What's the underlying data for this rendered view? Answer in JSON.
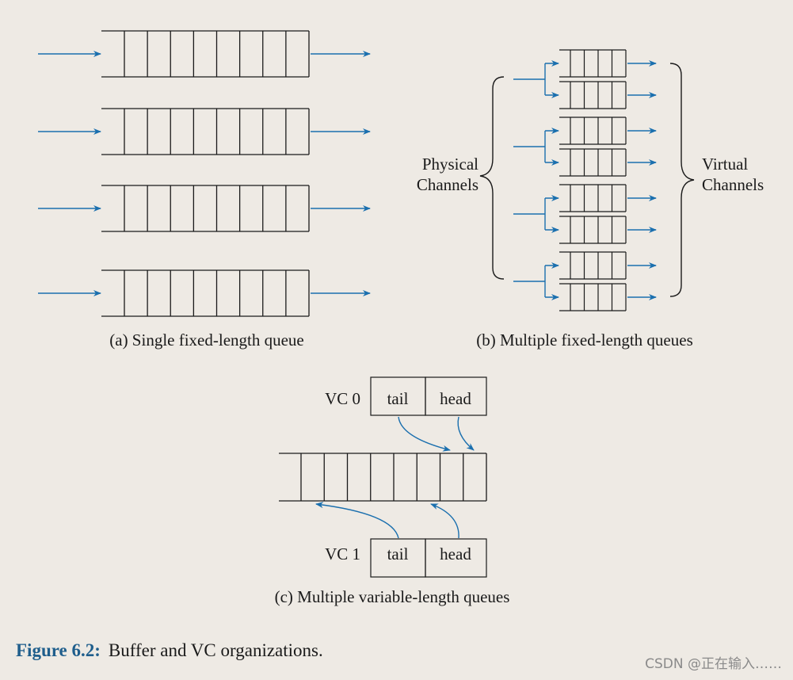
{
  "colors": {
    "arrow": "#1A6FAE",
    "ink": "#1a1a1a",
    "background": "#EEEAE4",
    "figure_label": "#1F5E8C"
  },
  "panel_a": {
    "caption": "(a) Single fixed-length queue"
  },
  "panel_b": {
    "caption": "(b) Multiple fixed-length queues",
    "left_brace_label": [
      "Physical",
      "Channels"
    ],
    "right_brace_label": [
      "Virtual",
      "Channels"
    ]
  },
  "panel_c": {
    "caption": "(c) Multiple variable-length queues",
    "vc0": {
      "label": "VC 0",
      "tail": "tail",
      "head": "head"
    },
    "vc1": {
      "label": "VC 1",
      "tail": "tail",
      "head": "head"
    }
  },
  "figure": {
    "label": "Figure 6.2:",
    "caption": "Buffer and VC organizations."
  },
  "watermark": "CSDN @正在输入……"
}
